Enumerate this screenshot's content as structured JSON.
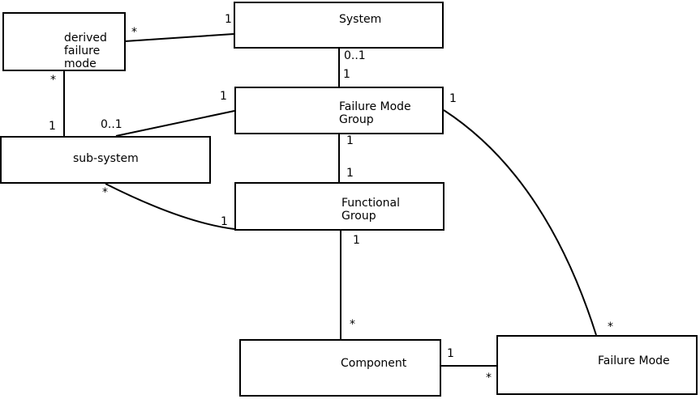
{
  "nodes": {
    "derived_failure_mode": {
      "label": "derived\nfailure\nmode"
    },
    "system": {
      "label": "System"
    },
    "failure_mode_group": {
      "label": "Failure Mode\nGroup"
    },
    "sub_system": {
      "label": "sub-system"
    },
    "functional_group": {
      "label": "Functional\nGroup"
    },
    "component": {
      "label": "Component"
    },
    "failure_mode": {
      "label": "Failure Mode"
    }
  },
  "edges": [
    {
      "from": "derived failure mode",
      "to": "System",
      "from_card": "*",
      "to_card": "1"
    },
    {
      "from": "derived failure mode",
      "to": "sub-system",
      "from_card": "*",
      "to_card": "1"
    },
    {
      "from": "System",
      "to": "Failure Mode Group",
      "from_card": "0..1",
      "to_card": "1"
    },
    {
      "from": "sub-system",
      "to": "Failure Mode Group",
      "from_card": "0..1",
      "to_card": "1"
    },
    {
      "from": "Failure Mode Group",
      "to": "Functional Group",
      "from_card": "1",
      "to_card": "1"
    },
    {
      "from": "sub-system",
      "to": "Functional Group",
      "from_card": "*",
      "to_card": "1"
    },
    {
      "from": "Functional Group",
      "to": "Component",
      "from_card": "1",
      "to_card": "*"
    },
    {
      "from": "Component",
      "to": "Failure Mode",
      "from_card": "1",
      "to_card": "*"
    },
    {
      "from": "Failure Mode Group",
      "to": "Failure Mode",
      "from_card": "1",
      "to_card": "*"
    }
  ],
  "colors": {
    "background": "#ffffff",
    "box_fill": "#ffffff",
    "stroke": "#000000",
    "text": "#000000"
  }
}
